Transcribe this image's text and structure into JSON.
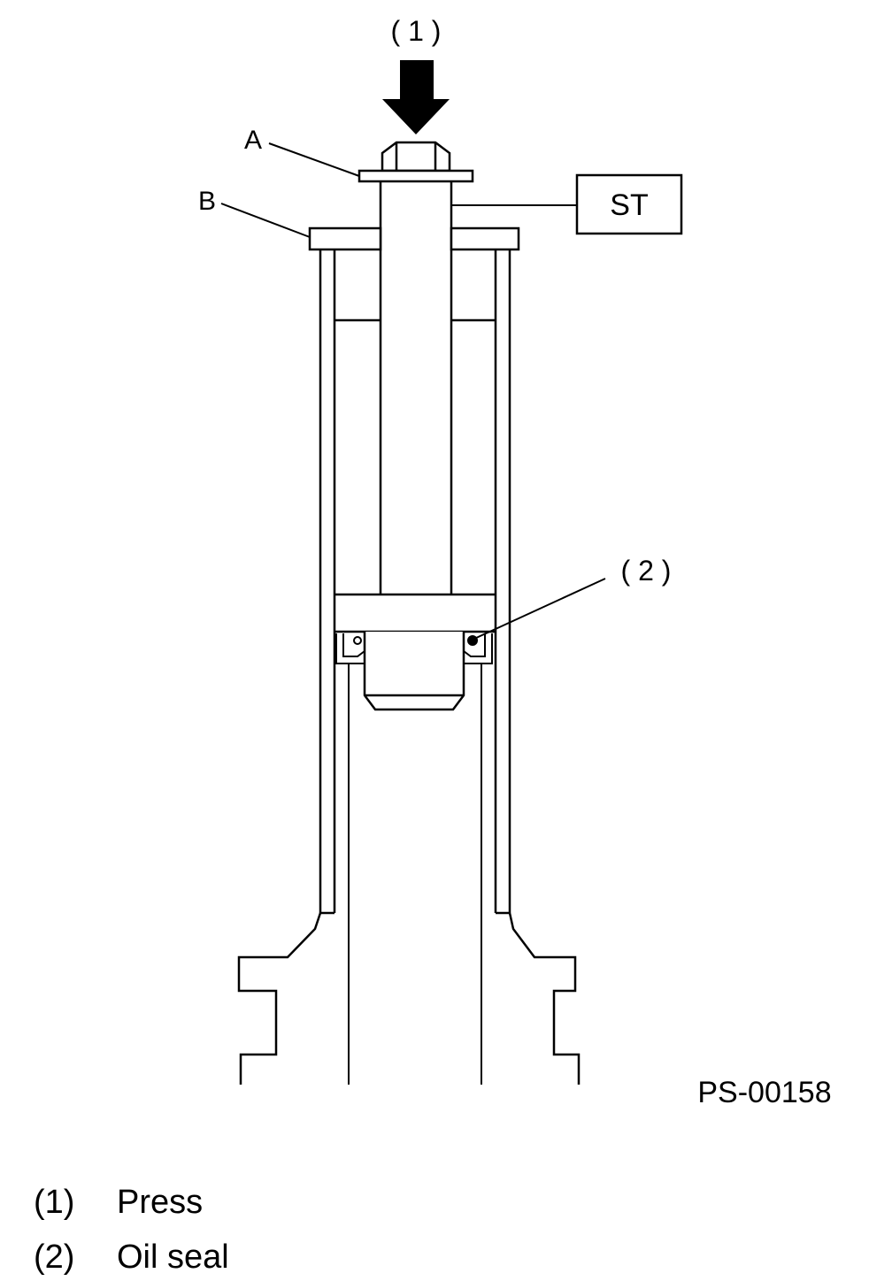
{
  "figure": {
    "callouts": {
      "press": "( 1 )",
      "oil_seal": "( 2 )",
      "part_a": "A",
      "part_b": "B",
      "special_tool": "ST"
    },
    "figure_id": "PS-00158"
  },
  "legend": [
    {
      "number": "(1)",
      "text": "Press"
    },
    {
      "number": "(2)",
      "text": "Oil seal"
    }
  ]
}
